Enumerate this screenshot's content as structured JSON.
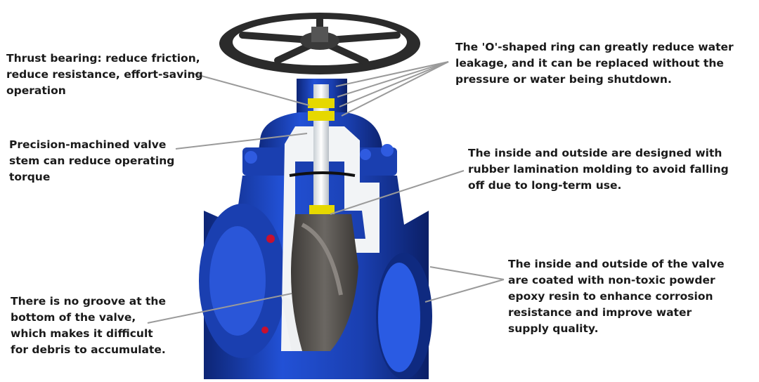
{
  "callouts": {
    "thrust_bearing": "Thrust bearing: reduce friction,\nreduce resistance, effort-saving\noperation",
    "valve_stem": "Precision-machined valve\nstem can reduce operating\ntorque",
    "no_groove": "There is no groove at the\nbottom of the valve,\nwhich makes it difficult\nfor debris to accumulate.",
    "o_ring": "The 'O'-shaped ring can greatly reduce water\nleakage, and it can be replaced without the\npressure or water being shutdown.",
    "rubber_lamination": "The inside and outside are designed with\nrubber lamination molding to avoid falling\noff due to long-term use.",
    "epoxy_coating": "The inside and outside of the valve\nare coated with non-toxic powder\nepoxy resin to enhance corrosion\nresistance and improve water\nsupply quality."
  },
  "colors": {
    "valve_body_blue": "#1a3fb0",
    "valve_body_dark": "#0f2a80",
    "handwheel": "#2b2b2b",
    "stem_white": "#e8ecef",
    "gate_gray": "#55524f",
    "seal_yellow": "#e6d800",
    "leader_line": "#9a9a9a"
  },
  "icons": {
    "illustration": "gate-valve-cutaway"
  }
}
